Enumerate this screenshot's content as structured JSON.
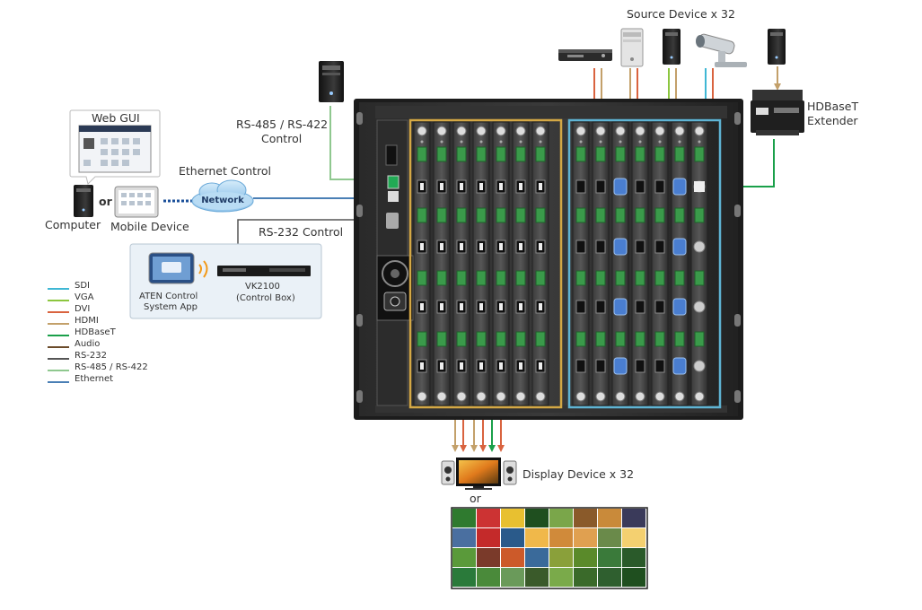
{
  "labels": {
    "source_devices": "Source Device x 32",
    "hdbaset_extender_line1": "HDBaseT",
    "hdbaset_extender_line2": "Extender",
    "rs485_line1": "RS-485 / RS-422",
    "rs485_line2": "Control",
    "web_gui": "Web GUI",
    "ethernet_control": "Ethernet Control",
    "network": "Network",
    "or_1": "or",
    "computer": "Computer",
    "mobile_device": "Mobile Device",
    "rs232_control": "RS-232 Control",
    "aten_app_line1": "ATEN Control",
    "aten_app_line2": "System App",
    "vk2100_line1": "VK2100",
    "vk2100_line2": "(Control Box)",
    "display_devices": "Display Device x 32",
    "or_2": "or"
  },
  "legend": [
    {
      "label": "SDI",
      "color": "#3fb7d4"
    },
    {
      "label": "VGA",
      "color": "#8cc63f"
    },
    {
      "label": "DVI",
      "color": "#d9633f"
    },
    {
      "label": "HDMI",
      "color": "#c3a06a"
    },
    {
      "label": "HDBaseT",
      "color": "#1aa04a"
    },
    {
      "label": "Audio",
      "color": "#6b4b2a"
    },
    {
      "label": "RS-232",
      "color": "#555555"
    },
    {
      "label": "RS-485 / RS-422",
      "color": "#8fc88f"
    },
    {
      "label": "Ethernet",
      "color": "#4a7fb5"
    }
  ],
  "colors": {
    "sdi": "#3fb7d4",
    "vga": "#8cc63f",
    "dvi": "#d9633f",
    "hdmi": "#c3a06a",
    "hdbaset": "#1aa04a",
    "rs232": "#555555",
    "rs485": "#8fc88f",
    "ethernet": "#4a7fb5",
    "input_frame": "#d4a845",
    "output_frame": "#5fb4d4"
  }
}
